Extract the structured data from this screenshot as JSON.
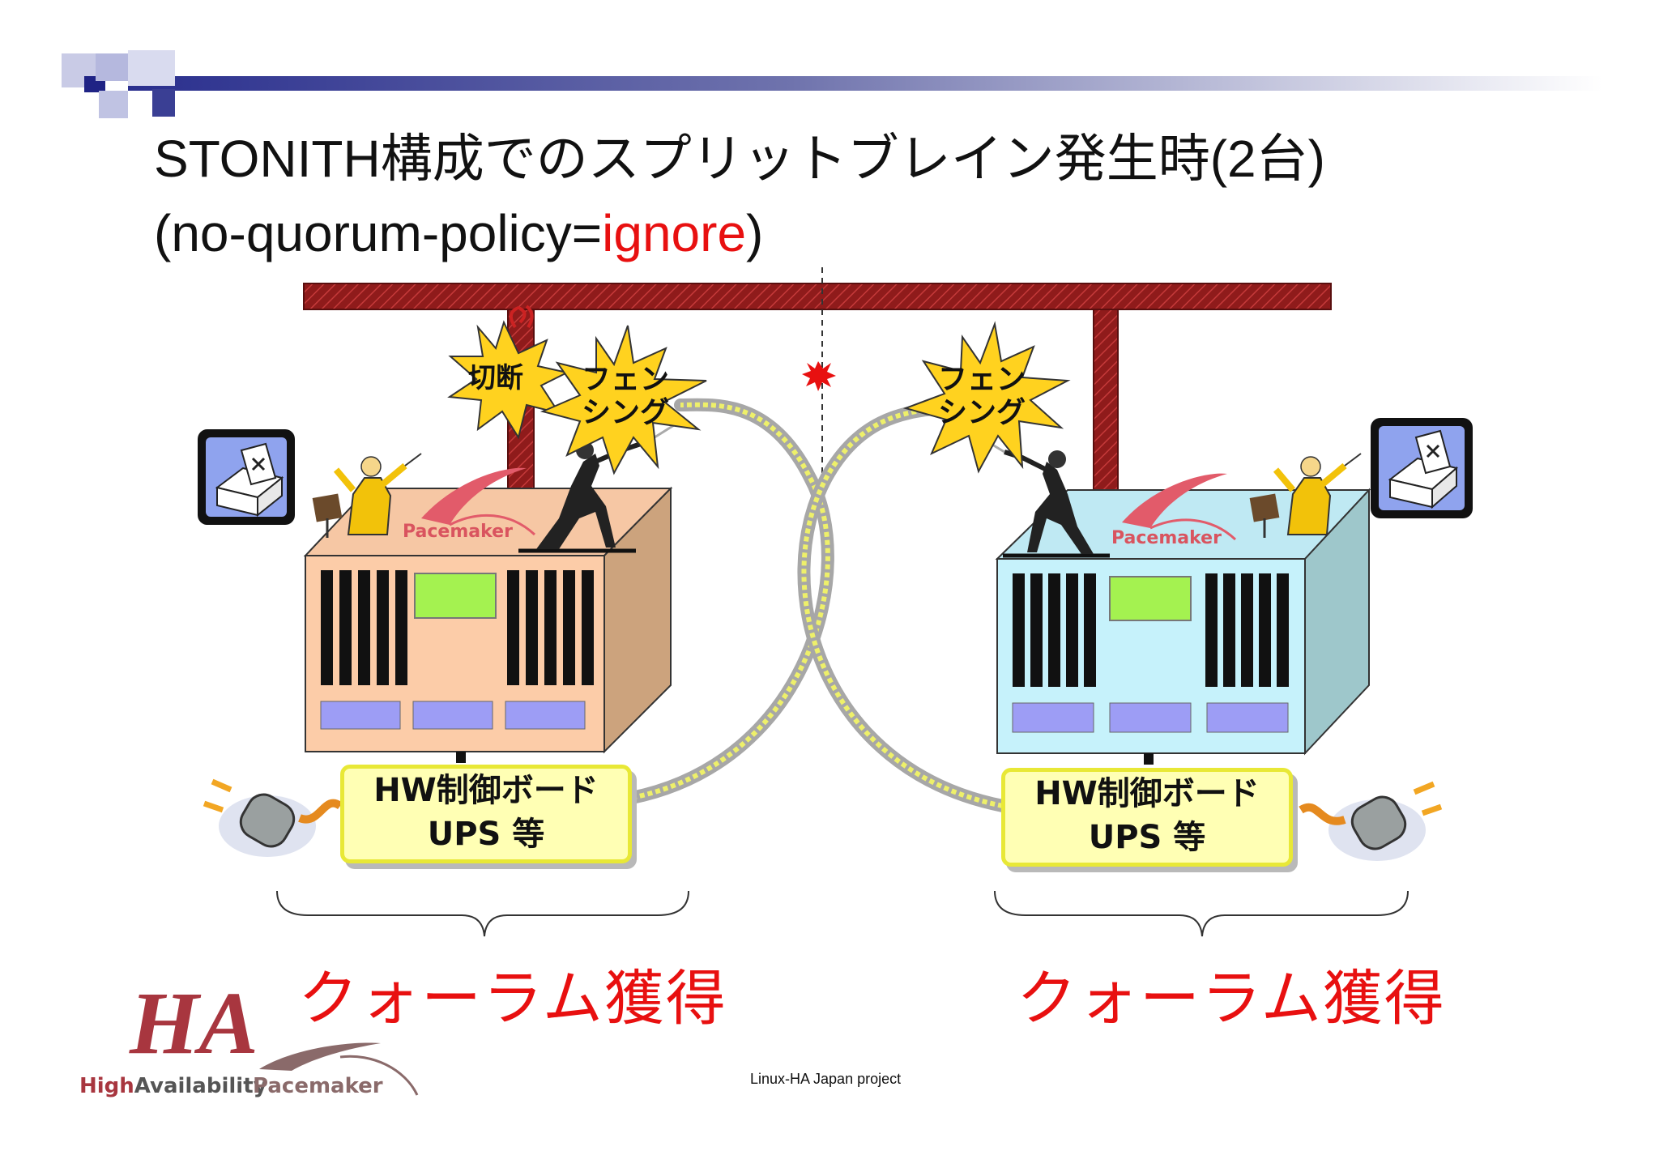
{
  "slide": {
    "title_line1": "STONITH構成でのスプリットブレイン発生時(2台)",
    "title_line2_prefix": "(no-quorum-policy=",
    "title_line2_value": "ignore",
    "title_line2_suffix": ")",
    "footer": "Linux-HA Japan project"
  },
  "nodes": {
    "left": {
      "brand": "Pacemaker",
      "hw_line1": "HW制御ボード",
      "hw_line2": "UPS 等",
      "quorum": "クォーラム獲得",
      "burst_cut": "切断",
      "burst_fence": "フェン\nシング",
      "body_color": "#fccca8",
      "side_color": "#cca37d"
    },
    "right": {
      "brand": "Pacemaker",
      "hw_line1": "HW制御ボード",
      "hw_line2": "UPS 等",
      "quorum": "クォーラム獲得",
      "burst_fence": "フェン\nシング",
      "body_color": "#c6f2fb",
      "side_color": "#9ec7cb"
    }
  },
  "logos": {
    "ha_mark": "HA",
    "ha_high": "High",
    "ha_availability": "Availability",
    "pacemaker": "Pacemaker"
  },
  "colors": {
    "accent_red": "#e81010",
    "network_bar": "#9e1e1e",
    "burst_yellow": "#ffd21f",
    "hw_fill": "#ffffb4",
    "screen_green": "#a4f250",
    "slot_blue": "#9d9df5"
  }
}
